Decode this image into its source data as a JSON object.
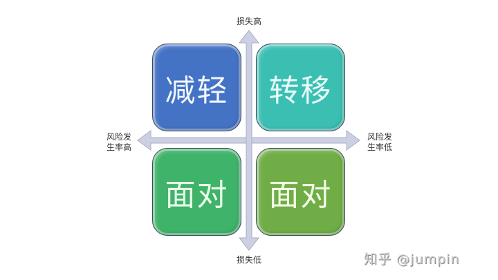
{
  "diagram": {
    "type": "risk-response-matrix",
    "axes": {
      "vertical": {
        "top_label": "损失高",
        "bottom_label": "损失低"
      },
      "horizontal": {
        "left_label_line1": "风险发",
        "left_label_line2": "生率高",
        "right_label_line1": "风险发",
        "right_label_line2": "生率低"
      },
      "arrow_color": "#c9ccdf",
      "arrow_stroke": "#a9acc4"
    },
    "quadrants": {
      "top_left": {
        "label": "减轻",
        "color": "#4472c4",
        "text_color": "#f2f6ff"
      },
      "top_right": {
        "label": "转移",
        "color": "#3bbfb3",
        "text_color": "#e8fbf8"
      },
      "bottom_left": {
        "label": "面对",
        "color": "#3fb36a",
        "text_color": "#e9fbe9"
      },
      "bottom_right": {
        "label": "面对",
        "color": "#70ad47",
        "text_color": "#f2fbe5"
      }
    }
  },
  "watermark": {
    "text": "知乎 @jumpin"
  }
}
